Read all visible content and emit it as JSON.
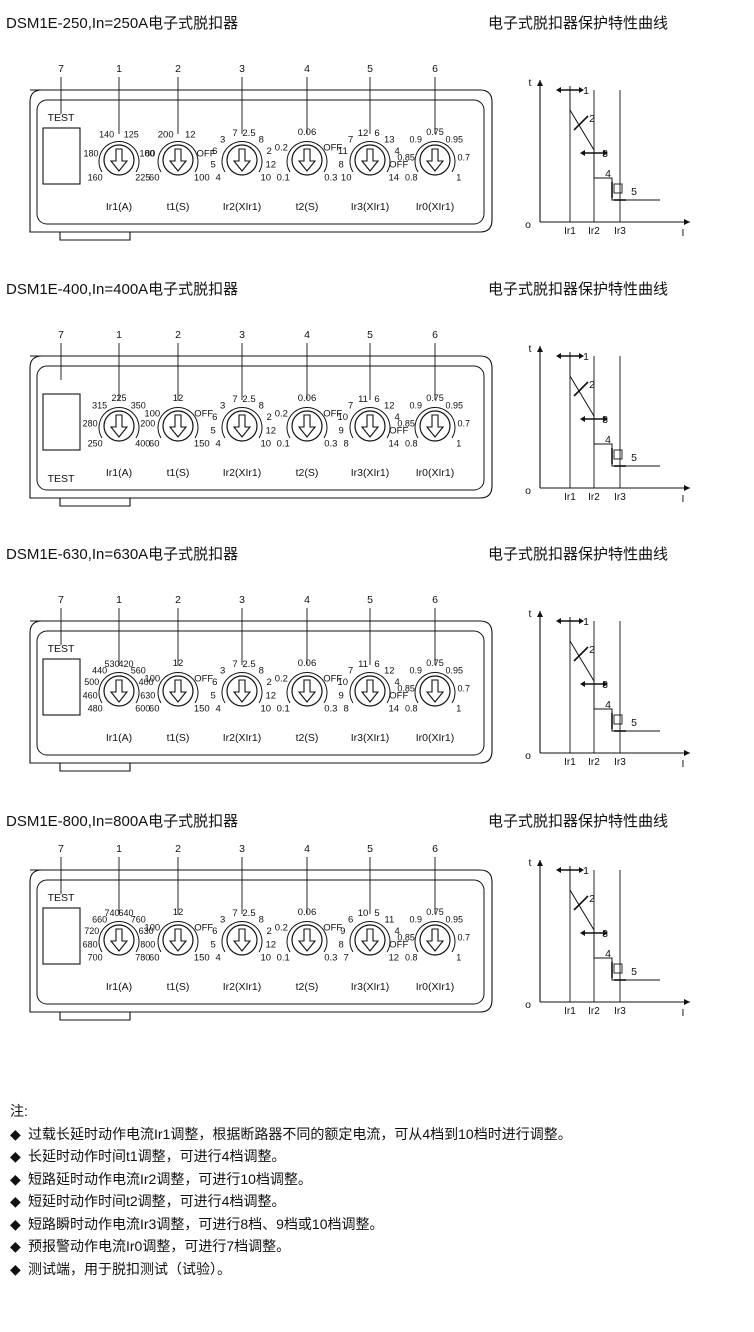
{
  "curve_title": "电子式脱扣器保护特性曲线",
  "test_label": "TEST",
  "panel_numbers": [
    "7",
    "1",
    "2",
    "3",
    "4",
    "5",
    "6"
  ],
  "dial_captions": [
    "Ir1(A)",
    "t1(S)",
    "Ir2(XIr1)",
    "t2(S)",
    "Ir3(XIr1)",
    "Ir0(XIr1)"
  ],
  "common_dials": {
    "t1": {
      "marks": [
        "60",
        "80",
        "12",
        "OFF",
        "100"
      ]
    },
    "ir2": {
      "marks": [
        "4",
        "5",
        "6",
        "3",
        "7",
        "2.5",
        "8",
        "2",
        "12",
        "10"
      ]
    },
    "t2": {
      "marks": [
        "0.1",
        "0.2",
        "0.06",
        "OFF",
        "0.3"
      ]
    },
    "ir0": {
      "marks": [
        "0.8",
        "0.85",
        "0.9",
        "0.75",
        "0.95",
        "0.7",
        "1"
      ]
    }
  },
  "curve": {
    "axis_t": "t",
    "axis_i": "I",
    "origin": "o",
    "step_labels": [
      "1",
      "2",
      "3",
      "4",
      "5"
    ],
    "x_labels": [
      "Ir1",
      "Ir2",
      "Ir3"
    ]
  },
  "blocks": [
    {
      "title": "DSM1E-250,In=250A电子式脱扣器",
      "test_position": "top",
      "ir1_marks": [
        "160",
        "180",
        "140",
        "125",
        "100",
        "225"
      ],
      "t1_marks": [
        "60",
        "80",
        "200",
        "12",
        "OFF",
        "100"
      ],
      "ir3_marks": [
        "10",
        "8",
        "11",
        "7",
        "12",
        "6",
        "13",
        "4",
        "OFF",
        "14"
      ]
    },
    {
      "title": "DSM1E-400,In=400A电子式脱扣器",
      "test_position": "bottom",
      "ir1_marks": [
        "250",
        "280",
        "315",
        "225",
        "350",
        "200",
        "400"
      ],
      "t1_marks": [
        "60",
        "100",
        "12",
        "OFF",
        "150"
      ],
      "ir3_marks": [
        "8",
        "9",
        "10",
        "7",
        "11",
        "6",
        "12",
        "4",
        "OFF",
        "14"
      ]
    },
    {
      "title": "DSM1E-630,In=630A电子式脱扣器",
      "test_position": "top",
      "ir1_marks": [
        "480",
        "460",
        "500",
        "440",
        "530",
        "420",
        "560",
        "400",
        "630",
        "600"
      ],
      "t1_marks": [
        "60",
        "100",
        "12",
        "OFF",
        "150"
      ],
      "ir3_marks": [
        "8",
        "9",
        "10",
        "7",
        "11",
        "6",
        "12",
        "4",
        "OFF",
        "14"
      ]
    },
    {
      "title": "DSM1E-800,In=800A电子式脱扣器",
      "test_position": "top",
      "ir1_marks": [
        "700",
        "680",
        "720",
        "660",
        "740",
        "640",
        "760",
        "630",
        "800",
        "780"
      ],
      "t1_marks": [
        "60",
        "100",
        "12",
        "OFF",
        "150"
      ],
      "ir3_marks": [
        "7",
        "8",
        "9",
        "6",
        "10",
        "5",
        "11",
        "4",
        "OFF",
        "12"
      ]
    }
  ],
  "notes": {
    "heading": "注:",
    "bullet": "◆",
    "items": [
      "过载长延时动作电流Ir1调整，根据断路器不同的额定电流，可从4档到10档时进行调整。",
      "长延时动作时间t1调整，可进行4档调整。",
      "短路延时动作电流Ir2调整，可进行10档调整。",
      "短延时动作时间t2调整，可进行4档调整。",
      "短路瞬时动作电流Ir3调整，可进行8档、9档或10档调整。",
      "预报警动作电流Ir0调整，可进行7档调整。",
      "测试端，用于脱扣测试（试验）。"
    ]
  }
}
